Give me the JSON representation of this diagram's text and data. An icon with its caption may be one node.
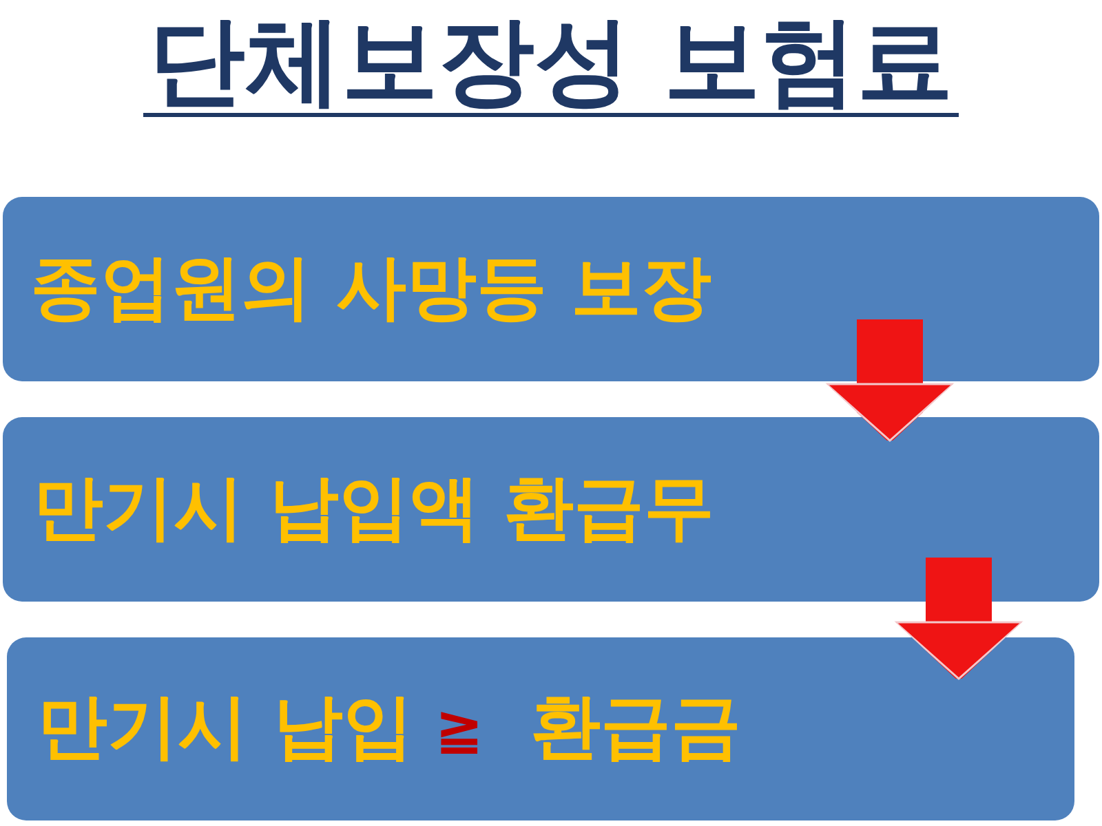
{
  "diagram": {
    "title": "단체보장성 보험료",
    "nodes": [
      {
        "text": [
          "종업원의 사망등 보장"
        ]
      },
      {
        "text": [
          "만기시 납입액 환급무"
        ]
      },
      {
        "text": [
          "만기시 납입",
          "≧",
          "환급금"
        ]
      }
    ],
    "edges": [
      {
        "from": 0,
        "to": 1,
        "arrow": "to"
      },
      {
        "from": 1,
        "to": 2,
        "arrow": "to"
      }
    ]
  }
}
